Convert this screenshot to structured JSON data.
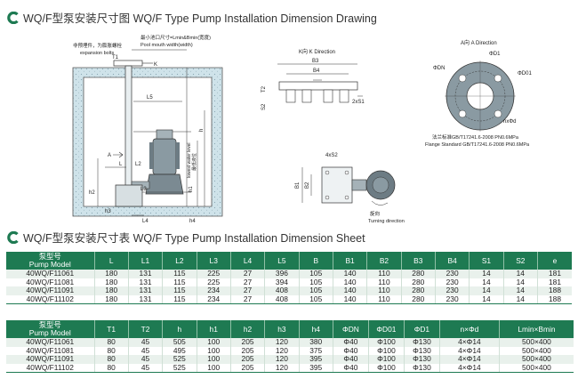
{
  "drawing_title": "WQ/F型泵安装尺寸图 WQ/F Type Pump Installation Dimension Drawing",
  "sheet_title": "WQ/F型泵安装尺寸表 WQ/F Type Pump Installation Dimension Sheet",
  "colors": {
    "accent": "#1e7a52",
    "row_tint": "#e9f1ec",
    "concrete": "#cfe3ea"
  },
  "labels": {
    "pool_mouth_cn": "最小池口尺寸=Lmin&Bmin(宽度)",
    "pool_mouth_en": "Pool mouth width(width)",
    "expansion_cn": "非预埋件，为膨胀螺栓",
    "expansion_en": "expansion bolts",
    "T1": "T1",
    "K": "K",
    "L5": "L5",
    "A": "A",
    "L": "L",
    "L2": "L2",
    "L3": "L3",
    "h2": "h2",
    "h3": "h3",
    "h": "h",
    "h1": "h1",
    "h4": "h4",
    "L4": "L4",
    "lowest_level_en": "lowest water level",
    "lowest_level_cn": "最低液位",
    "k_direction": "K向 K Direction",
    "B3": "B3",
    "B4": "B4",
    "T2": "T2",
    "S2": "S2",
    "S1": "2xS1",
    "B1": "B1",
    "B2": "B2",
    "fourS2": "4xS2",
    "turning_cn": "旋向",
    "turning_en": "Turning direction",
    "a_direction": "A向  A Direction",
    "phi_DN": "ΦDN",
    "phi_D1": "ΦD1",
    "phi_D01": "ΦD01",
    "n_phi_d": "nxΦd",
    "flange_cn": "法兰标准GB/T17241.6-2008 PN0.6MPa",
    "flange_en": "Flange Standard GB/T17241.6-2008 PN0.6MPa"
  },
  "table1": {
    "model_cn": "泵型号",
    "model_en": "Pump Model",
    "columns": [
      "L",
      "L1",
      "L2",
      "L3",
      "L4",
      "L5",
      "B",
      "B1",
      "B2",
      "B3",
      "B4",
      "S1",
      "S2",
      "e"
    ],
    "rows": [
      [
        "40WQ/F11061",
        "180",
        "131",
        "115",
        "225",
        "27",
        "396",
        "105",
        "140",
        "110",
        "280",
        "230",
        "14",
        "14",
        "181"
      ],
      [
        "40WQ/F11081",
        "180",
        "131",
        "115",
        "225",
        "27",
        "394",
        "105",
        "140",
        "110",
        "280",
        "230",
        "14",
        "14",
        "181"
      ],
      [
        "40WQ/F11091",
        "180",
        "131",
        "115",
        "234",
        "27",
        "408",
        "105",
        "140",
        "110",
        "280",
        "230",
        "14",
        "14",
        "188"
      ],
      [
        "40WQ/F11102",
        "180",
        "131",
        "115",
        "234",
        "27",
        "408",
        "105",
        "140",
        "110",
        "280",
        "230",
        "14",
        "14",
        "188"
      ]
    ]
  },
  "table2": {
    "model_cn": "泵型号",
    "model_en": "Pump Model",
    "columns": [
      "T1",
      "T2",
      "h",
      "h1",
      "h2",
      "h3",
      "h4",
      "ΦDN",
      "ΦD01",
      "ΦD1",
      "n×Φd",
      "Lmin×Bmin"
    ],
    "rows": [
      [
        "40WQ/F11061",
        "80",
        "45",
        "505",
        "100",
        "205",
        "120",
        "380",
        "Φ40",
        "Φ100",
        "Φ130",
        "4×Φ14",
        "500×400"
      ],
      [
        "40WQ/F11081",
        "80",
        "45",
        "495",
        "100",
        "205",
        "120",
        "375",
        "Φ40",
        "Φ100",
        "Φ130",
        "4×Φ14",
        "500×400"
      ],
      [
        "40WQ/F11091",
        "80",
        "45",
        "525",
        "100",
        "205",
        "120",
        "395",
        "Φ40",
        "Φ100",
        "Φ130",
        "4×Φ14",
        "500×400"
      ],
      [
        "40WQ/F11102",
        "80",
        "45",
        "525",
        "100",
        "205",
        "120",
        "395",
        "Φ40",
        "Φ100",
        "Φ130",
        "4×Φ14",
        "500×400"
      ]
    ]
  }
}
